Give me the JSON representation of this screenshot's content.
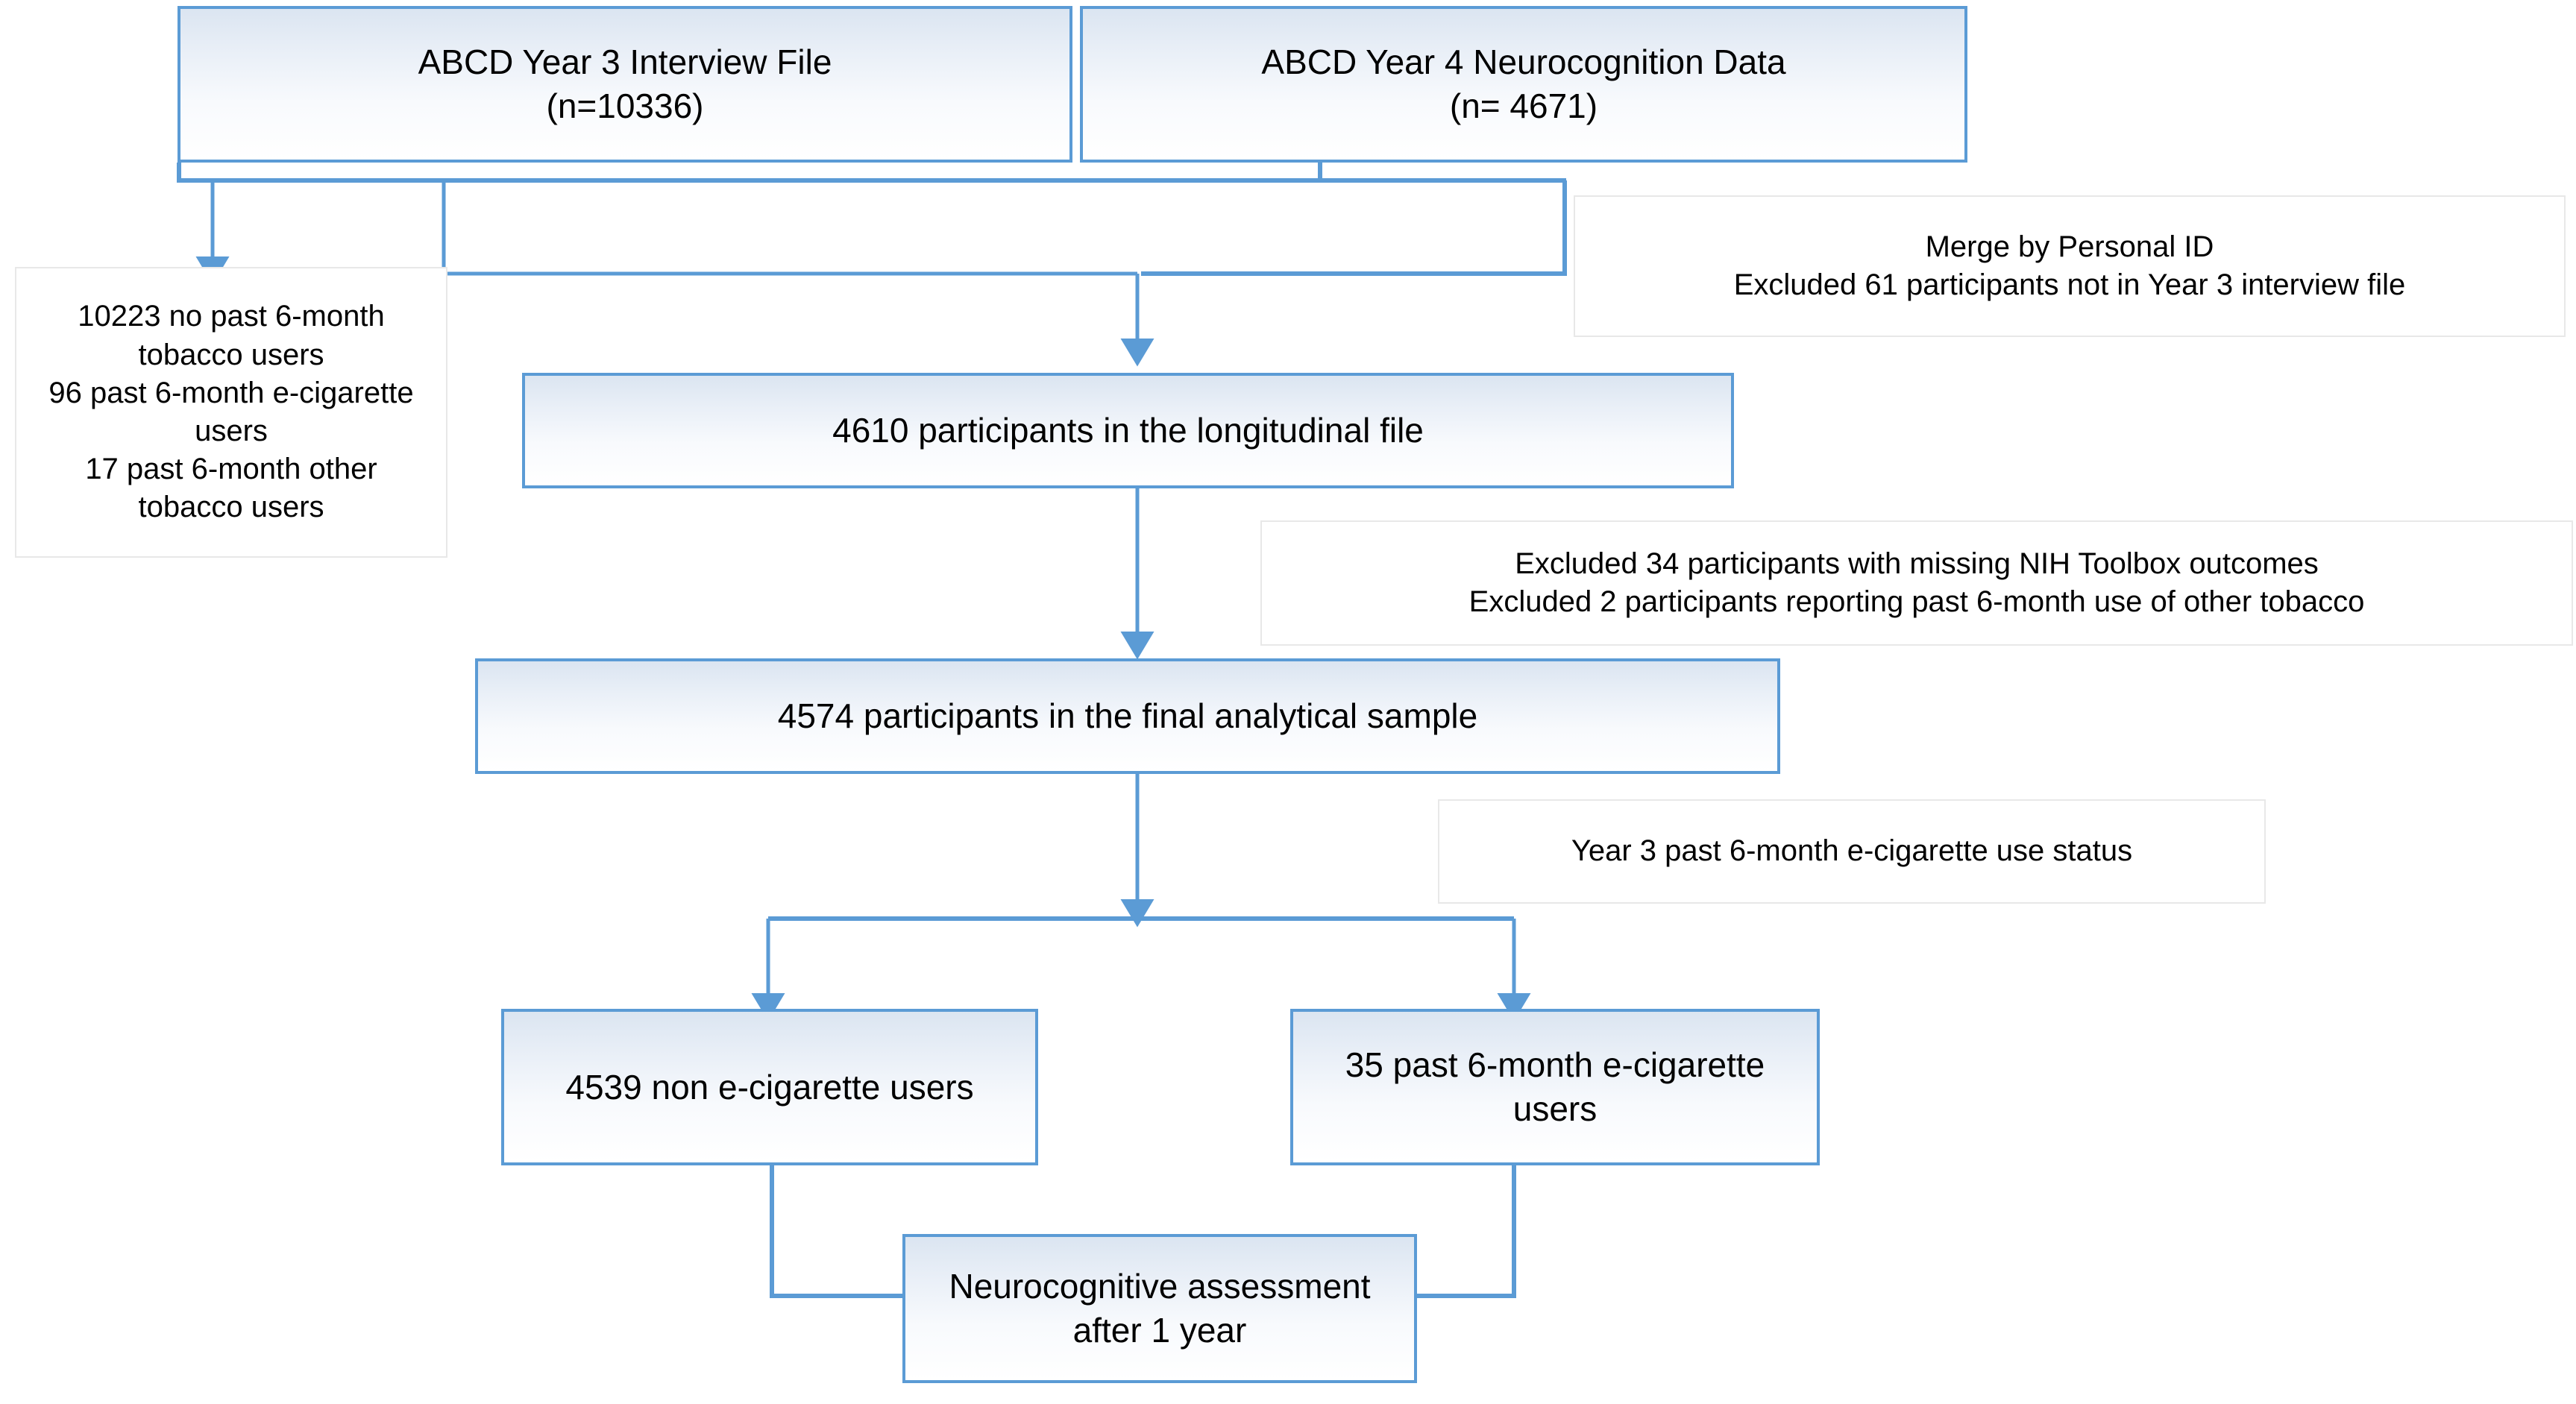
{
  "diagram": {
    "type": "flowchart",
    "title": "ABCD study participant selection flow",
    "accent_color": "#5b9bd5",
    "box_fill_top": "#dbe5f1",
    "box_fill_bottom": "#ffffff",
    "note_border_color": "#e8e8e8",
    "text_color": "#000000",
    "nodes": [
      {
        "id": "year3-interview-file",
        "kind": "process",
        "text": "ABCD Year 3 Interview File\n(n=10336)"
      },
      {
        "id": "year4-neurocognition-data",
        "kind": "process",
        "text": "ABCD Year 4 Neurocognition Data\n(n= 4671)"
      },
      {
        "id": "excluded-tobacco-users",
        "kind": "note",
        "text": "10223 no past 6-month tobacco users\n96 past 6-month e-cigarette users\n17 past 6-month other tobacco users"
      },
      {
        "id": "merge-note",
        "kind": "note",
        "text": "Merge by Personal ID\nExcluded 61 participants not in Year 3 interview file"
      },
      {
        "id": "longitudinal-file",
        "kind": "process",
        "text": "4610 participants in the longitudinal file"
      },
      {
        "id": "excluded-missing-outcomes-note",
        "kind": "note",
        "text": "Excluded 34 participants with missing NIH Toolbox outcomes\nExcluded 2 participants reporting past 6-month use of other tobacco"
      },
      {
        "id": "final-analytical-sample",
        "kind": "process",
        "text": "4574 participants in the final analytical sample"
      },
      {
        "id": "exposure-status-note",
        "kind": "note",
        "text": "Year 3 past 6-month e-cigarette use status"
      },
      {
        "id": "non-ecig-users",
        "kind": "process",
        "text": "4539 non e-cigarette users"
      },
      {
        "id": "ecig-users",
        "kind": "process",
        "text": "35 past 6-month e-cigarette users"
      },
      {
        "id": "neurocognitive-assessment",
        "kind": "process",
        "text": "Neurocognitive assessment  after 1 year"
      }
    ]
  }
}
